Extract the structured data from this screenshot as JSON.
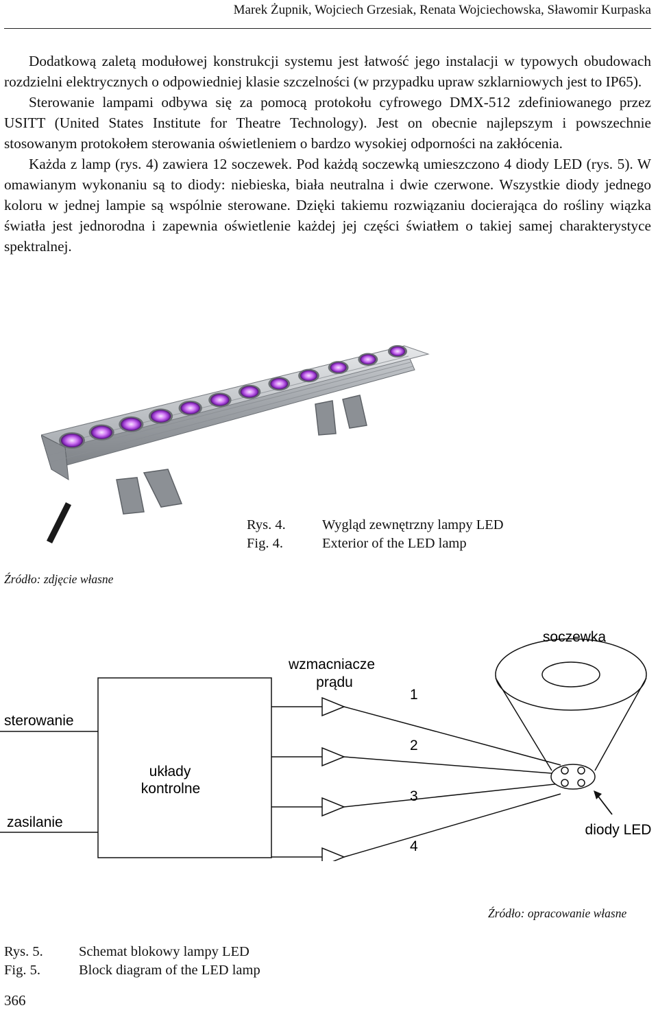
{
  "header": {
    "authors": "Marek Żupnik, Wojciech Grzesiak, Renata Wojciechowska, Sławomir Kurpaska"
  },
  "paragraphs": [
    "Dodatkową zaletą modułowej konstrukcji systemu jest łatwość jego instalacji w typowych obudowach rozdzielni elektrycznych o odpowiedniej klasie szczelności (w przypadku upraw szklarniowych jest to IP65).",
    "Sterowanie lampami odbywa się za pomocą protokołu cyfrowego DMX-512 zdefiniowanego przez USITT (United States Institute for Theatre Technology). Jest on obecnie najlepszym i powszechnie stosowanym protokołem sterowania oświetleniem o bardzo wysokiej odporności na zakłócenia.",
    "Każda z lamp (rys. 4) zawiera 12 soczewek. Pod każdą soczewką umieszczono 4 diody LED (rys. 5). W omawianym wykonaniu są to diody: niebieska, biała neutralna i dwie czerwone. Wszystkie diody jednego koloru w jednej lampie są wspólnie sterowane. Dzięki takiemu rozwiązaniu docierająca do rośliny wiązka światła jest jednorodna i zapewnia oświetlenie każdej jej części światłem o takiej samej charakterystyce spektralnej."
  ],
  "figure4": {
    "rys_label": "Rys. 4.",
    "fig_label": "Fig. 4.",
    "caption_pl": "Wygląd zewnętrzny lampy LED",
    "caption_en": "Exterior of the LED lamp",
    "source": "Źródło: zdjęcie własne",
    "lens_count": 12,
    "colors": {
      "housing": "#b9bdc2",
      "lens_glow": "#c46ae8",
      "cable": "#1a1a1a"
    }
  },
  "figure5": {
    "labels": {
      "steering": "sterowanie",
      "power": "zasilanie",
      "control_l1": "układy",
      "control_l2": "kontrolne",
      "amps_l1": "wzmacniacze",
      "amps_l2": "prądu",
      "lens": "soczewka",
      "leds": "diody LED",
      "ch1": "1",
      "ch2": "2",
      "ch3": "3",
      "ch4": "4"
    },
    "source": "Źródło: opracowanie własne",
    "rys_label": "Rys. 5.",
    "fig_label": "Fig. 5.",
    "caption_pl": "Schemat blokowy lampy LED",
    "caption_en": "Block diagram of the LED lamp"
  },
  "page_number": "366"
}
